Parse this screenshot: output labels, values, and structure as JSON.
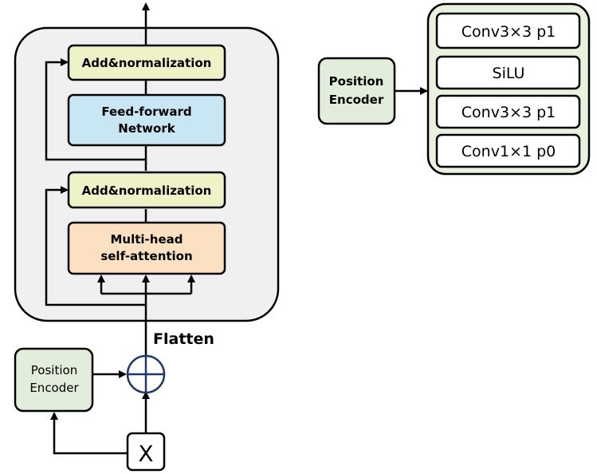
{
  "transformer": {
    "add_norm_top": "Add&normalization",
    "ffn_line1": "Feed-forward",
    "ffn_line2": "Network",
    "add_norm_bottom": "Add&normalization",
    "mhsa_line1": "Multi-head",
    "mhsa_line2": "self-attention"
  },
  "flatten_label": "Flatten",
  "position_encoder_left": {
    "line1": "Position",
    "line2": "Encoder"
  },
  "input_label": "X",
  "position_encoder_right": {
    "line1": "Position",
    "line2": "Encoder"
  },
  "conv_stack": [
    "Conv3×3 p1",
    "SiLU",
    "Conv3×3 p1",
    "Conv1×1 p0"
  ],
  "colors": {
    "container_fill": "#f0f0f0",
    "add_norm_fill": "#eef2c6",
    "ffn_fill": "#c8e6f4",
    "mhsa_fill": "#fce0c2",
    "encoder_fill": "#e3eddb",
    "conv_container_fill": "#e9f2df",
    "sum_node_stroke": "#1f3864"
  }
}
